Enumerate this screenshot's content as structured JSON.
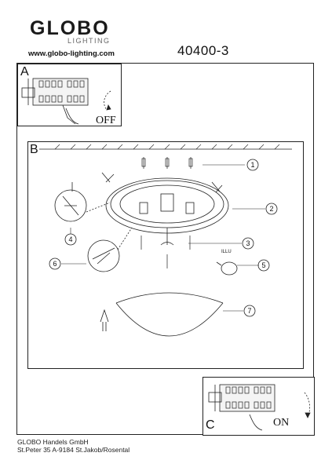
{
  "header": {
    "logo_main": "GLOBO",
    "logo_sub": "LIGHTING",
    "url": "www.globo-lighting.com",
    "model": "40400-3"
  },
  "panels": {
    "a": {
      "label": "A",
      "text": "OFF"
    },
    "b": {
      "label": "B"
    },
    "c": {
      "label": "C",
      "text": "ON"
    }
  },
  "callouts": [
    "1",
    "2",
    "3",
    "4",
    "5",
    "6",
    "7"
  ],
  "illu": "ILLU",
  "footer": {
    "company": "GLOBO Handels GmbH",
    "address": "St.Peter 35 A-9184 St.Jakob/Rosental"
  }
}
